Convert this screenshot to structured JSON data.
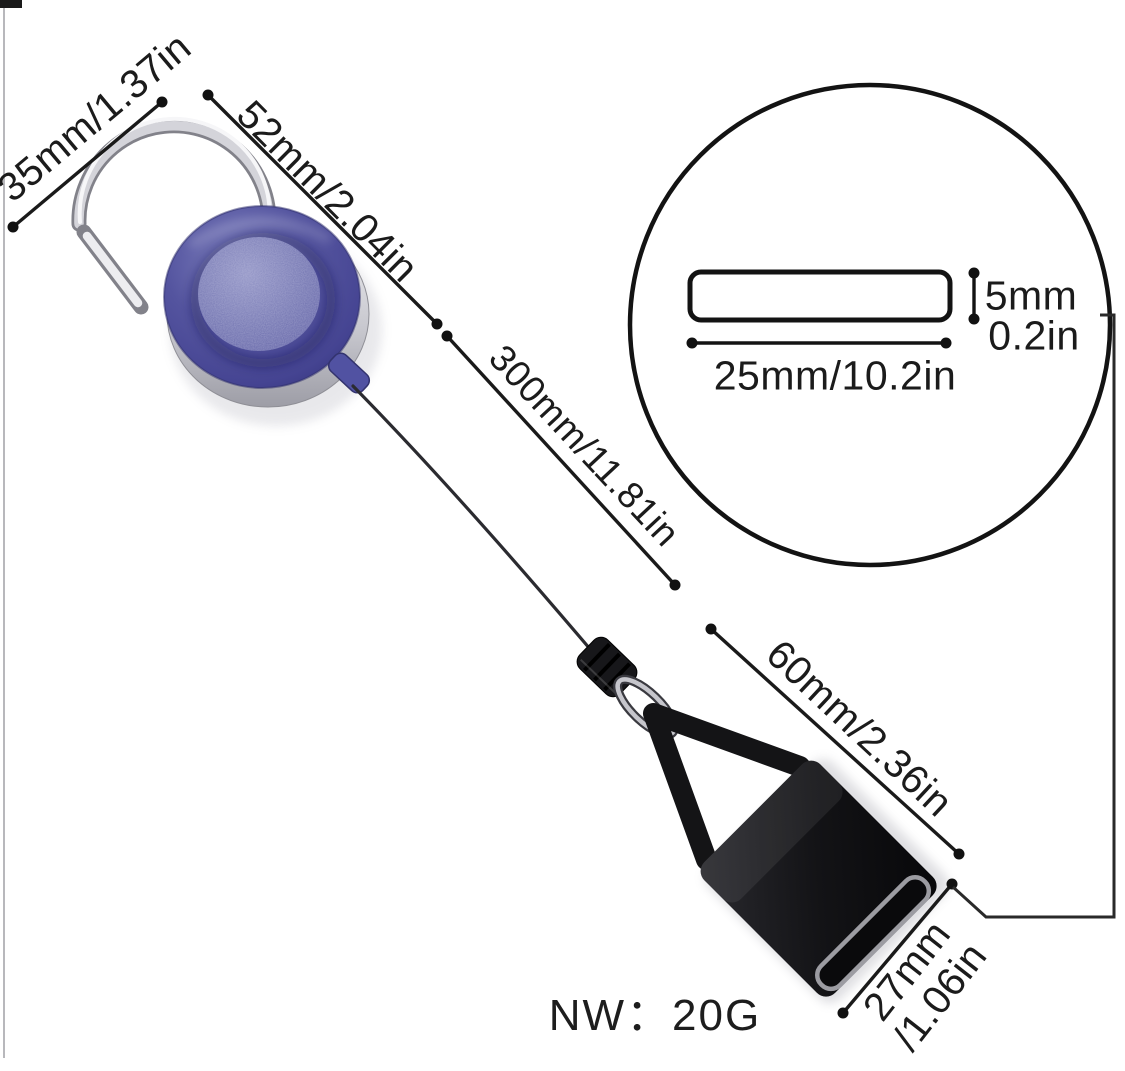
{
  "annotations": {
    "carabiner_width": "35mm/1.37in",
    "reel_diameter": "52mm/2.04in",
    "cord_length": "300mm/11.81in",
    "holder_length": "60mm/2.36in",
    "holder_width_line1": "27mm",
    "holder_width_line2": "/1.06in",
    "net_weight": "NW：20G"
  },
  "inset": {
    "slot_height_mm": "5mm",
    "slot_height_in": "0.2in",
    "slot_width": "25mm/10.2in"
  },
  "colors": {
    "reel_blue": "#51519f",
    "reel_inner_blue": "#7173b0",
    "holder_black": "#131316",
    "metal_silver": "#c6c6cd",
    "annotation_ink": "#1a1a1a",
    "background": "#ffffff"
  }
}
